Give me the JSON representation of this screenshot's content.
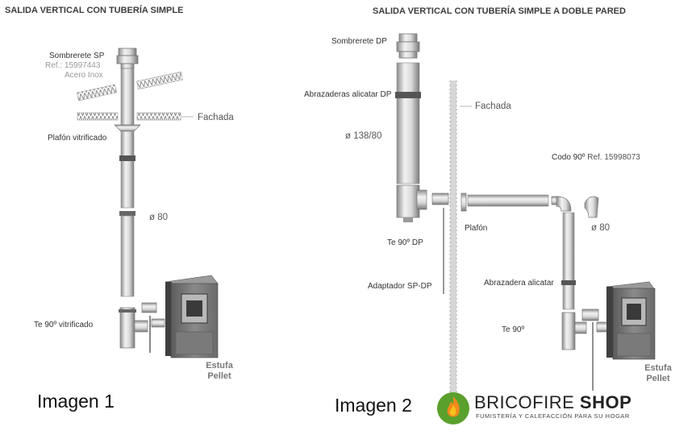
{
  "diagram1": {
    "title": "SALIDA VERTICAL CON TUBERÍA SIMPLE",
    "labels": {
      "sombrerete": "Sombrerete SP",
      "ref": "Ref.: 15997443",
      "material": "Acero Inox",
      "fachada": "Fachada",
      "plafon": "Plafón vitrificado",
      "diametro": "ø 80",
      "te": "Te 90º vitrificado",
      "estufa_line1": "Estufa",
      "estufa_line2": "Pellet"
    },
    "caption": "Imagen 1"
  },
  "diagram2": {
    "title": "SALIDA VERTICAL CON TUBERÍA SIMPLE A DOBLE PARED",
    "labels": {
      "sombrerete": "Sombrerete DP",
      "abrazaderas": "Abrazaderas alicatar DP",
      "fachada": "Fachada",
      "diametro_dp": "ø 138/80",
      "codo": "Codo 90º",
      "codo_ref": "Ref. 15998073",
      "te_dp": "Te 90º DP",
      "plafon": "Plafón",
      "diametro": "ø 80",
      "adaptador": "Adaptador SP-DP",
      "abrazadera": "Abrazadera alicatar",
      "te": "Te 90º",
      "estufa_line1": "Estufa",
      "estufa_line2": "Pellet"
    },
    "caption": "Imagen 2"
  },
  "brand": {
    "name_regular": "BRICOFIRE",
    "name_bold": "SHOP",
    "tagline": "FUMISTERÍA Y CALEFACCIÓN PARA SU HOGAR",
    "colors": {
      "green": "#5aa02c",
      "flame_orange": "#f08a1c",
      "flame_yellow": "#f6c21a"
    }
  }
}
